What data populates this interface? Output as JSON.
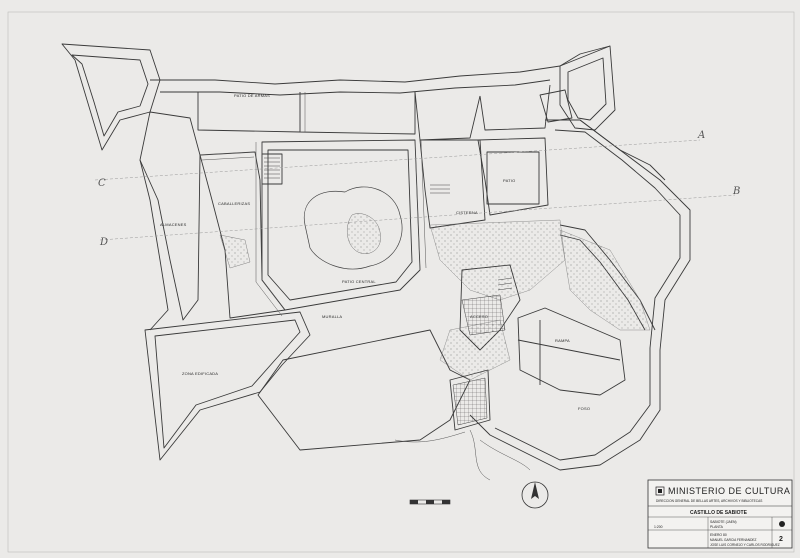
{
  "drawing": {
    "title": "CASTILLO DE SABIOTE",
    "subtitle": "SABIOTE (JAEN)",
    "plan_label": "PLANTA",
    "scale": "1:200",
    "date": "ENERO 80",
    "authors": [
      "MANUEL GARCIA FERNANDEZ",
      "JOSE LUIS CORNEJO  Y CARLOS RODRIGUEZ"
    ]
  },
  "title_block": {
    "institution": "MINISTERIO DE CULTURA",
    "department": "DIRECCION GENERAL DE BELLAS ARTES, ARCHIVOS Y BIBLIOTECAS",
    "sheet_number": "2"
  },
  "room_labels": {
    "patio_armas": "PATIO DE ARMAS",
    "patio_central": "PATIO CENTRAL",
    "patio": "PATIO",
    "caballerizas": "CABALLERIZAS",
    "almacenes": "ALMACENES",
    "zona_edificada": "ZONA EDIFICADA",
    "acceso": "ACCESO",
    "rampa": "RAMPA",
    "muralla": "MURALLA",
    "foso": "FOSO",
    "cisterna": "CISTERNA"
  },
  "section_marks": [
    "A",
    "B",
    "C",
    "D"
  ],
  "icons": {
    "north_arrow": "north-arrow-icon",
    "scale_bar": "scale-bar-icon",
    "ministry_emblem": "emblem-icon"
  }
}
